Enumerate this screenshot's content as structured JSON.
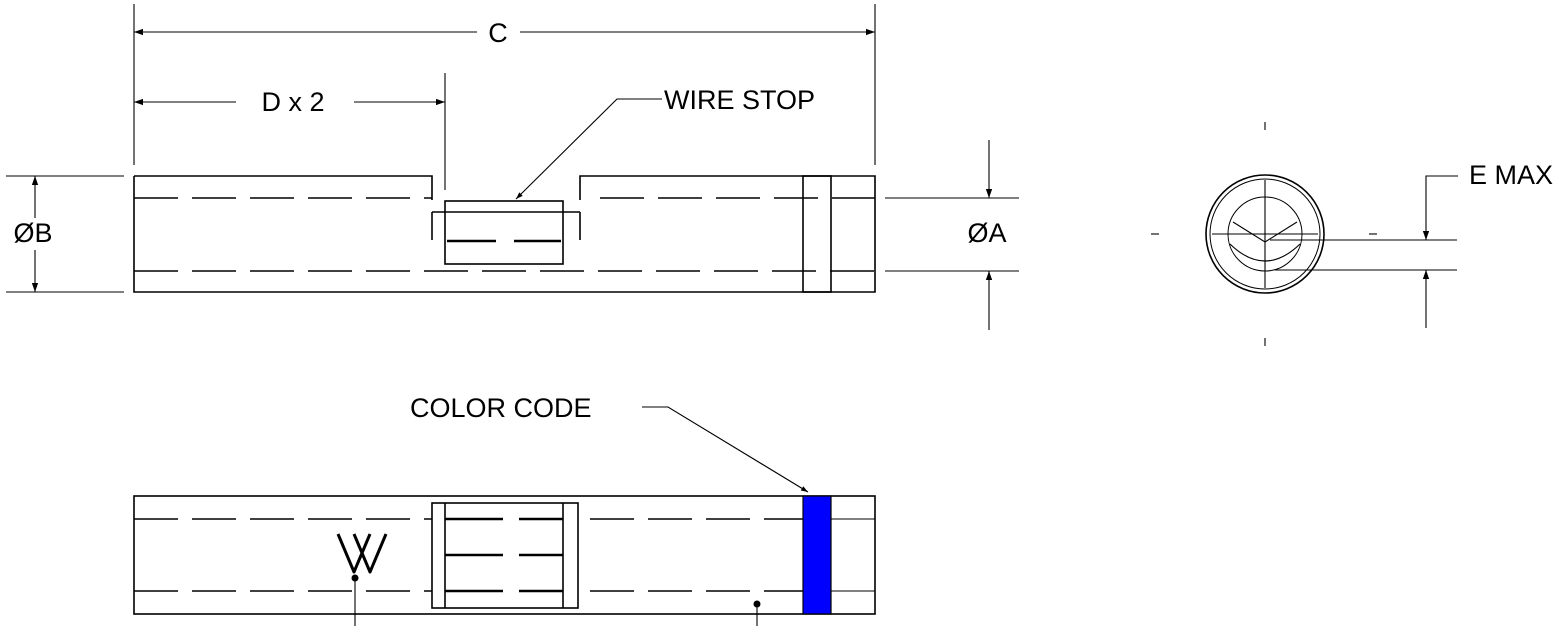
{
  "labels": {
    "dim_c": "C",
    "dim_d": "D x 2",
    "wire_stop": "WIRE STOP",
    "dia_b": "ØB",
    "dia_a": "ØA",
    "e_max": "E MAX",
    "color_code": "COLOR CODE"
  },
  "colors": {
    "line": "#000000",
    "color_code_band": "#0000ff"
  }
}
